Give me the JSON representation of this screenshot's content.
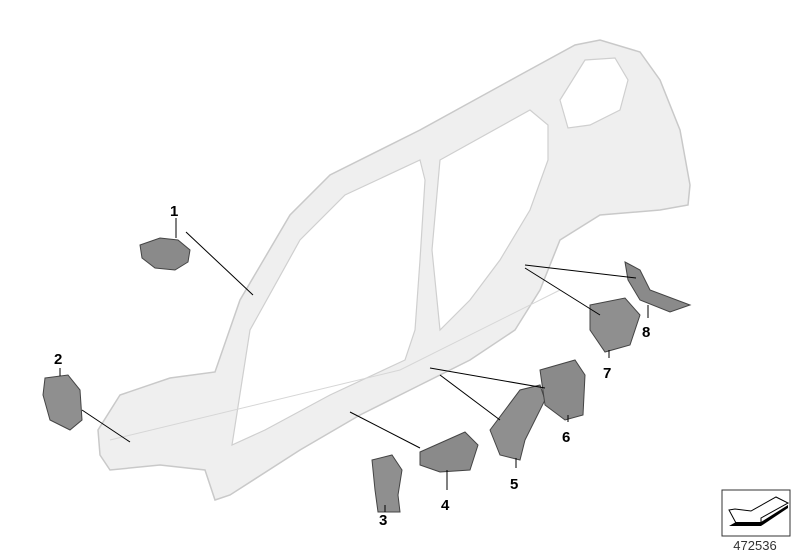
{
  "diagram": {
    "callouts": [
      "1",
      "2",
      "3",
      "4",
      "5",
      "6",
      "7",
      "8"
    ],
    "document_number": "472536",
    "icon": "arrow-down-left-icon",
    "colors": {
      "body": "#efefef",
      "body_stroke": "#c9c9c9",
      "part": "#8a8a8a",
      "leader": "#000000"
    }
  }
}
